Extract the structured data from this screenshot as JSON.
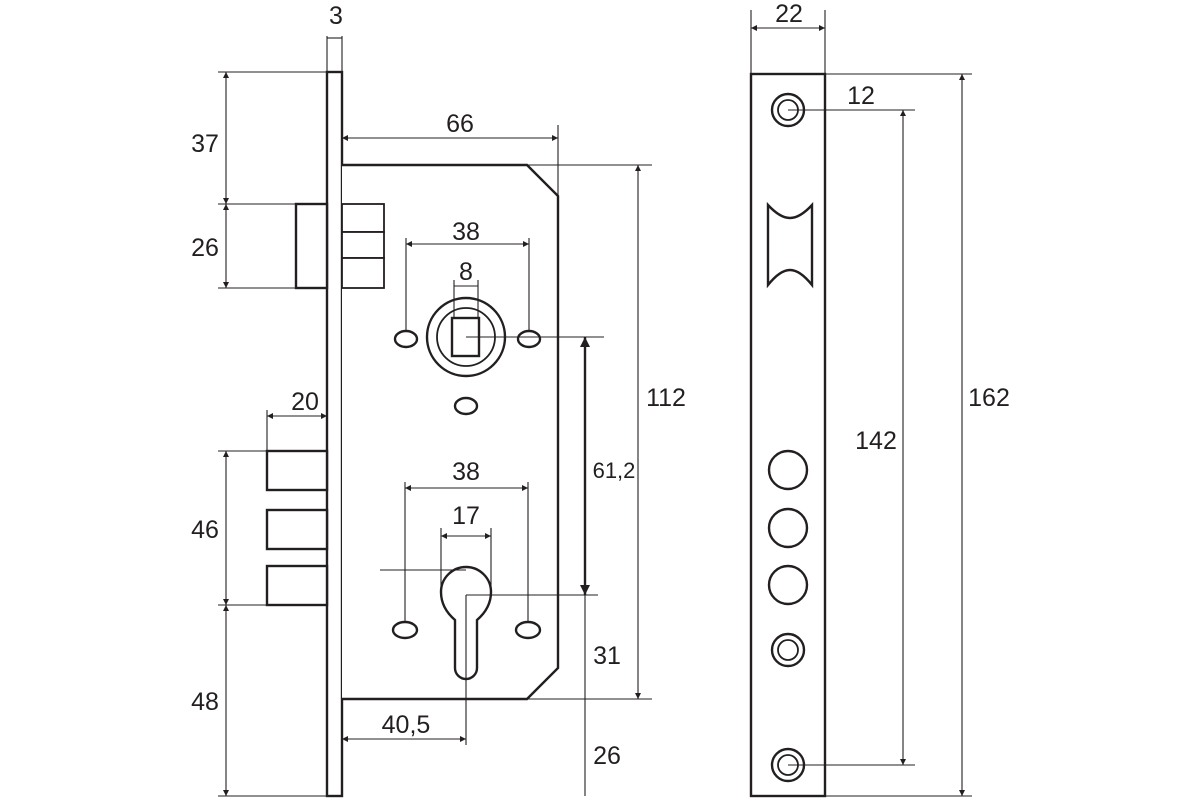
{
  "colors": {
    "line": "#231f20",
    "background": "#ffffff"
  },
  "dimensions": {
    "faceplate_thickness": "3",
    "top_to_latch": "37",
    "latch_height": "26",
    "body_depth": "66",
    "spindle_screw_spacing": "38",
    "spindle_square": "8",
    "body_height": "112",
    "bolt_projection": "20",
    "spindle_to_cylinder": "61,2",
    "cylinder_screw_spacing": "38",
    "cylinder_width": "17",
    "bolt_height": "46",
    "cylinder_to_body_bottom": "31",
    "backset": "40,5",
    "bottom_to_bolt": "48",
    "cylinder_to_bottom": "26",
    "faceplate_width": "22",
    "faceplate_hole_offset": "12",
    "faceplate_hole_spacing": "142",
    "faceplate_length": "162"
  }
}
